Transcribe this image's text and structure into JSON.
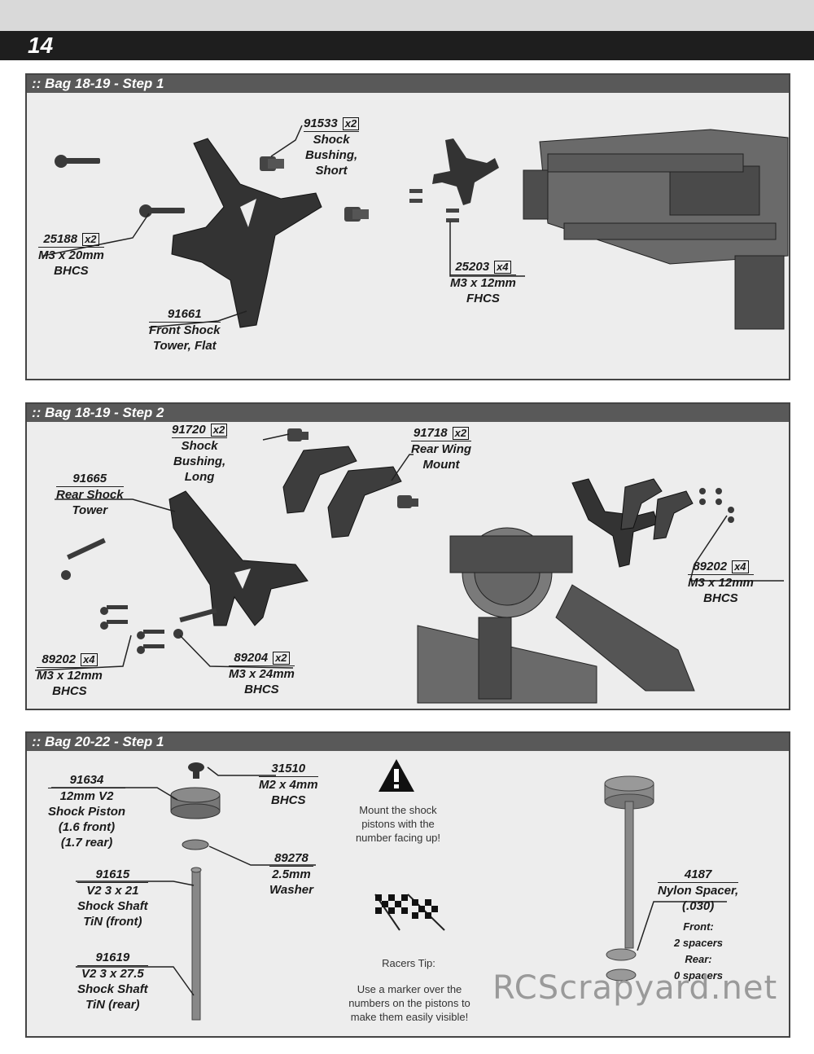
{
  "page_number": "14",
  "watermark": "RCScrapyard.net",
  "steps": [
    {
      "title": ":: Bag 18-19 - Step 1",
      "parts": [
        {
          "number": "91533",
          "qty": "x2",
          "desc": [
            "Shock",
            "Bushing,",
            "Short"
          ]
        },
        {
          "number": "25188",
          "qty": "x2",
          "desc": [
            "M3 x 20mm",
            "BHCS"
          ]
        },
        {
          "number": "91661",
          "qty": "",
          "desc": [
            "Front Shock",
            "Tower, Flat"
          ]
        },
        {
          "number": "25203",
          "qty": "x4",
          "desc": [
            "M3 x 12mm",
            "FHCS"
          ]
        }
      ]
    },
    {
      "title": ":: Bag 18-19 - Step 2",
      "parts": [
        {
          "number": "91720",
          "qty": "x2",
          "desc": [
            "Shock",
            "Bushing,",
            "Long"
          ]
        },
        {
          "number": "91718",
          "qty": "x2",
          "desc": [
            "Rear Wing",
            "Mount"
          ]
        },
        {
          "number": "91665",
          "qty": "",
          "desc": [
            "Rear Shock",
            "Tower"
          ]
        },
        {
          "number": "89202",
          "qty": "x4",
          "desc": [
            "M3 x 12mm",
            "BHCS"
          ]
        },
        {
          "number": "89202",
          "qty": "x4",
          "desc": [
            "M3 x 12mm",
            "BHCS"
          ]
        },
        {
          "number": "89204",
          "qty": "x2",
          "desc": [
            "M3 x 24mm",
            "BHCS"
          ]
        }
      ]
    },
    {
      "title": ":: Bag 20-22 - Step 1",
      "parts": [
        {
          "number": "91634",
          "qty": "",
          "desc": [
            "12mm V2",
            "Shock Piston",
            "(1.6 front)",
            "(1.7 rear)"
          ]
        },
        {
          "number": "31510",
          "qty": "",
          "desc": [
            "M2 x 4mm",
            "BHCS"
          ]
        },
        {
          "number": "89278",
          "qty": "",
          "desc": [
            "2.5mm",
            "Washer"
          ]
        },
        {
          "number": "91615",
          "qty": "",
          "desc": [
            "V2 3 x 21",
            "Shock Shaft",
            "TiN (front)"
          ]
        },
        {
          "number": "91619",
          "qty": "",
          "desc": [
            "V2 3 x 27.5",
            "Shock Shaft",
            "TiN (rear)"
          ]
        },
        {
          "number": "4187",
          "qty": "",
          "desc": [
            "Nylon Spacer,",
            "(.030)"
          ]
        }
      ],
      "notes": {
        "warning": [
          "Mount the shock",
          "pistons with the",
          "number facing up!"
        ],
        "tip_title": "Racers Tip:",
        "tip": [
          "Use a marker over the",
          "numbers on the pistons to",
          "make them easily visible!"
        ],
        "spacers": [
          "Front:",
          "2 spacers",
          "Rear:",
          "0 spacers"
        ]
      }
    }
  ],
  "icons": [
    "warning-triangle-icon",
    "checkered-flag-icon"
  ]
}
